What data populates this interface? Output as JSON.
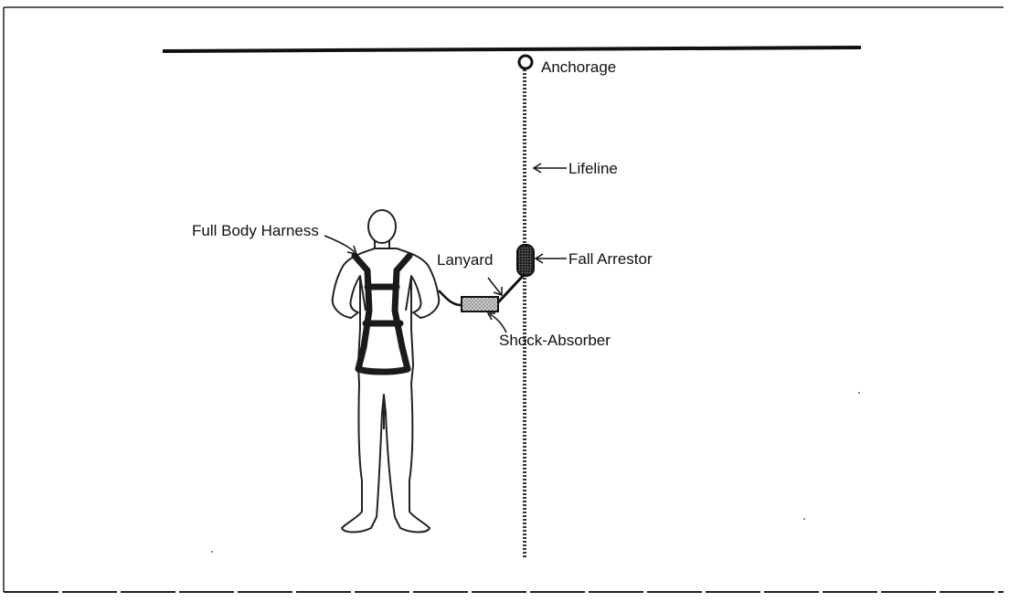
{
  "diagram": {
    "labels": {
      "anchorage": "Anchorage",
      "lifeline": "Lifeline",
      "fall_arrestor": "Fall Arrestor",
      "lanyard": "Lanyard",
      "shock_absorber": "Shock-Absorber",
      "full_body_harness": "Full Body Harness"
    },
    "colors": {
      "line": "#111111",
      "rope": "#333333",
      "harness": "#1a1a1a",
      "absorber_fill": "#bdbdbd",
      "frame": "#222222"
    }
  }
}
